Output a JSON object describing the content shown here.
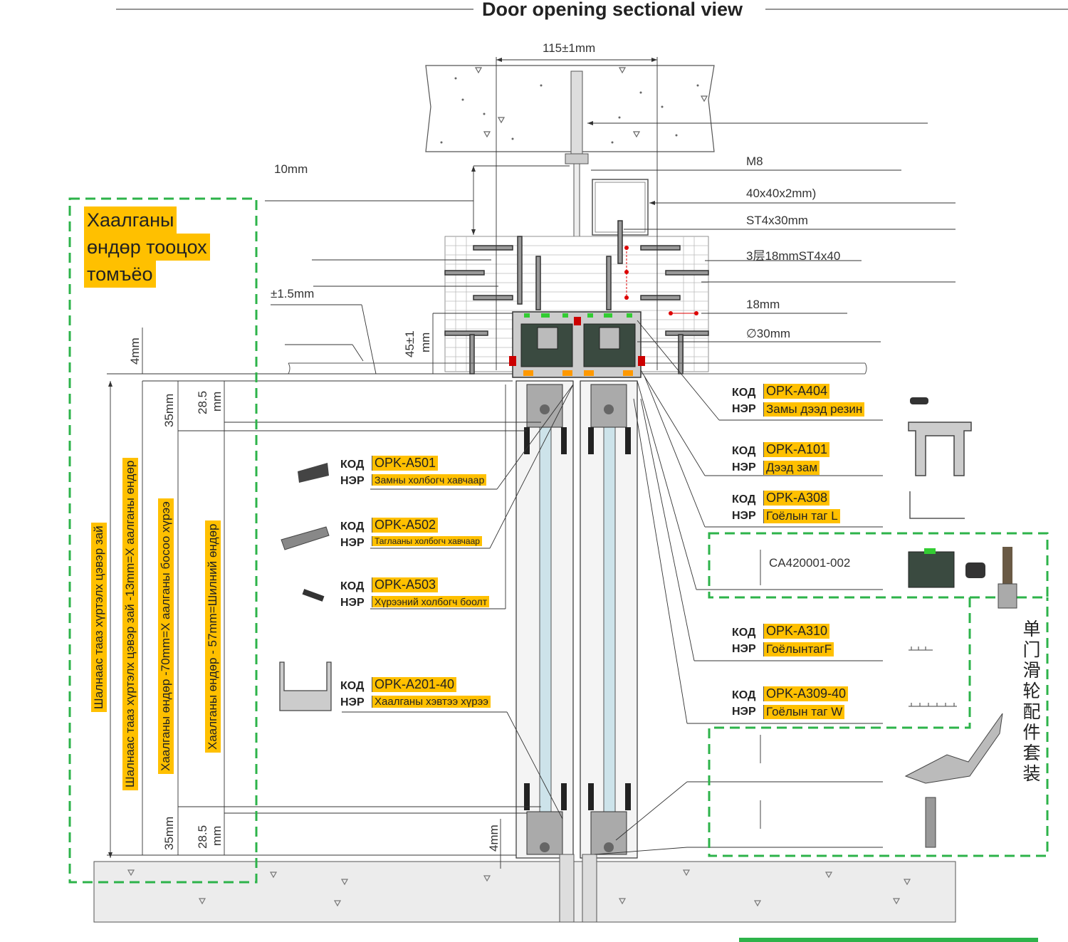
{
  "title": "Door opening sectional view",
  "colors": {
    "accent": "#ffc000",
    "frame": "#2db34a",
    "concrete": "#e8e8e8"
  },
  "note": {
    "line1": "Хаалганы",
    "line2": "өндөр тооцох",
    "line3": "томъёо"
  },
  "dims": {
    "top_width": "115±1mm",
    "ten_mm": "10mm",
    "tol": "±1.5mm",
    "four_mm_top": "4mm",
    "fortyfive": "45±1",
    "fortyfive_unit": "mm",
    "m8": "M8",
    "tube": "40x40x2mm)",
    "st": "ST4x30mm",
    "layer": "3层18mmST4x40",
    "eighteen": "18mm",
    "phi": "∅30mm",
    "thirtyfive_top": "35mm",
    "twentyeight_top": "28.5",
    "twentyeight_top_unit": "mm",
    "thirtyfive_bot": "35mm",
    "twentyeight_bot": "28.5",
    "twentyeight_bot_unit": "mm",
    "four_mm_bot": "4mm"
  },
  "vertical_labels": {
    "v1": "Шалнаас тааз хүртэлх цэвэр зай",
    "v2": "Шалнаас тааз хүртэлх цэвэр зай -13mm=X аалганы өндөр",
    "v3": "Хаалганы өндөр -70mm=X аалганы босоо хүрээ",
    "v4": "Хаалганы өндөр - 57mm=Шилний өндөр"
  },
  "code_key": "КОД",
  "name_key": "НЭР",
  "parts_left": [
    {
      "code": "OPK-A501",
      "name": "Замны холбогч хавчаар"
    },
    {
      "code": "OPK-A502",
      "name": "Таглааны холбогч хавчаар"
    },
    {
      "code": "OPK-A503",
      "name": "Хүрээний холбогч боолт"
    },
    {
      "code": "OPK-A201-40",
      "name": "Хаалганы хэвтээ хүрээ"
    }
  ],
  "parts_right": [
    {
      "code": "OPK-A404",
      "name": "Замы дээд резин"
    },
    {
      "code": "OPK-A101",
      "name": "Дээд зам"
    },
    {
      "code": "OPK-A308",
      "name": "Гоёлын таг L"
    },
    {
      "code": "OPK-A310",
      "name": "ГоёлынтагF"
    },
    {
      "code": "OPK-A309-40",
      "name": "Гоёлын таг W"
    }
  ],
  "kit_code": "CA420001-002",
  "kit_chinese": "单门滑轮配件套装",
  "icons": [
    "clip-icon",
    "cover-clip-icon",
    "bolt-icon",
    "frame-profile-icon",
    "rubber-icon",
    "track-profile-icon",
    "l-cover-icon",
    "roller-icon",
    "f-cover-icon",
    "w-cover-icon",
    "stopper-icon",
    "guide-icon"
  ]
}
